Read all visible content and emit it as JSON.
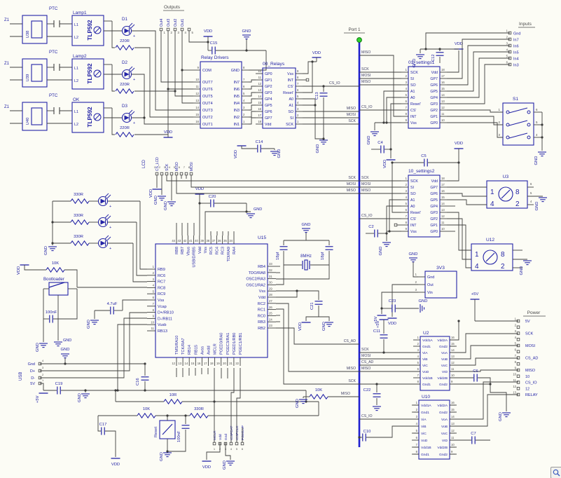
{
  "colors": {
    "background": "#fcfcf5",
    "component": "#2323a6",
    "wire": "#3f3f3f",
    "bus": "#1f1fd0",
    "junction": "#3a3a3a",
    "port_dot": "#2fd42f",
    "net_text": "#44446a",
    "pin_number": "#4a4a4a"
  },
  "port": {
    "label": "Port 1"
  },
  "power_labels": {
    "vdd": "VDD",
    "gnd": "GND",
    "plus5v": "+5V"
  },
  "net_labels": {
    "miso": "MISO",
    "mosi": "MOSI",
    "sck": "SCK",
    "cs_io": "CS_IO",
    "cs_ad": "CS_AD"
  },
  "optocouplers": [
    {
      "ref": "U38",
      "terminal": "Z1",
      "contact": "PTC",
      "title": "Lamp1",
      "part": "TLP592",
      "pin1": "L1",
      "pin2": "L2",
      "led": "D1",
      "resistor": "220R"
    },
    {
      "ref": "U39",
      "terminal": "Z1",
      "contact": "PTC",
      "title": "Lamp2",
      "part": "TLP592",
      "pin1": "L1",
      "pin2": "L2",
      "led": "D2",
      "resistor": "220R"
    },
    {
      "ref": "U40",
      "terminal": "Z1",
      "contact": "PTC",
      "title": "OK",
      "part": "TLP592",
      "pin1": "L1",
      "pin2": "L2",
      "led": "D3",
      "resistor": "220R"
    }
  ],
  "indicator_resistors": [
    "330R",
    "330R",
    "330R"
  ],
  "connectors": {
    "outputs": {
      "title": "Outputs",
      "pins": [
        [
          "1",
          "Out4"
        ],
        [
          "2",
          "Out3"
        ],
        [
          "3",
          "Out2"
        ],
        [
          "4",
          "Out1"
        ],
        [
          "5",
          ""
        ]
      ]
    },
    "inputs": {
      "title": "Inputs",
      "pins": [
        [
          "1",
          "Gnd"
        ],
        [
          "2",
          "In7"
        ],
        [
          "3",
          "In6"
        ],
        [
          "4",
          "In5"
        ],
        [
          "5",
          "In4"
        ],
        [
          "6",
          "In3"
        ]
      ]
    },
    "lcd": {
      "title": "LCD",
      "pins": [
        [
          "1",
          "CS_LCD"
        ],
        [
          "2",
          ""
        ],
        [
          "3",
          "SCK"
        ],
        [
          "4",
          ""
        ],
        [
          "5",
          "MISO"
        ],
        [
          "6",
          ""
        ],
        [
          "7",
          ""
        ],
        [
          "8",
          "MOSI"
        ]
      ]
    },
    "usb": {
      "title": "USB",
      "pins": [
        [
          "4",
          "Gnd"
        ],
        [
          "3",
          "D+"
        ],
        [
          "2",
          "D-"
        ],
        [
          "1",
          "5V"
        ]
      ]
    },
    "icsp": {
      "pins": [
        [
          "1",
          "MCLR"
        ],
        [
          "2",
          "Vdd"
        ],
        [
          "3",
          "Gnd"
        ],
        [
          "4",
          "ICSPDAT"
        ],
        [
          "5",
          "ICSPCLK"
        ],
        [
          "6",
          "PGM/LVP"
        ]
      ]
    },
    "power": {
      "title": "Power",
      "pins": [
        [
          "1",
          "5V"
        ],
        [
          "2",
          ""
        ],
        [
          "3",
          "SCK"
        ],
        [
          "4",
          ""
        ],
        [
          "5",
          "MOSI"
        ],
        [
          "6",
          ""
        ],
        [
          "7",
          "CS_AD"
        ],
        [
          "8",
          ""
        ],
        [
          "9",
          "MISO"
        ],
        [
          "10",
          "10"
        ],
        [
          "11",
          "CS_IO"
        ],
        [
          "12",
          "12"
        ],
        [
          "13",
          "RELAY"
        ]
      ]
    }
  },
  "chips": {
    "relay_drivers": {
      "title": "Relay Drivers",
      "left": [
        [
          "9",
          "COM"
        ],
        [
          "10",
          "OUT7"
        ],
        [
          "11",
          "OUT6"
        ],
        [
          "12",
          "OUT5"
        ],
        [
          "13",
          "OUT4"
        ],
        [
          "14",
          "OUT3"
        ],
        [
          "15",
          "OUT2"
        ],
        [
          "16",
          "OUT1"
        ]
      ],
      "right": [
        [
          "8",
          "GND"
        ],
        [
          "7",
          "IN7"
        ],
        [
          "6",
          "IN6"
        ],
        [
          "5",
          "IN5"
        ],
        [
          "4",
          "IN4"
        ],
        [
          "3",
          "IN3"
        ],
        [
          "2",
          "IN2"
        ],
        [
          "1",
          "IN1"
        ]
      ]
    },
    "relays": {
      "title": "00_Relays",
      "left": [
        [
          "10",
          "GP0"
        ],
        [
          "11",
          "GP1"
        ],
        [
          "12",
          "GP2"
        ],
        [
          "13",
          "GP3"
        ],
        [
          "14",
          "GP4"
        ],
        [
          "15",
          "GP5"
        ],
        [
          "16",
          "GP6"
        ],
        [
          "17",
          "GP7"
        ],
        [
          "18",
          "Vdd"
        ]
      ],
      "right": [
        [
          "9",
          "Vss"
        ],
        [
          "8",
          "INT"
        ],
        [
          "7",
          "CS'"
        ],
        [
          "6",
          "Reset'"
        ],
        [
          "5",
          "A0"
        ],
        [
          "4",
          "A1"
        ],
        [
          "3",
          "SO"
        ],
        [
          "2",
          "SI"
        ],
        [
          "1",
          "SCK"
        ]
      ]
    },
    "settings1": {
      "title": "01_settings1",
      "left": [
        [
          "1",
          "SCK"
        ],
        [
          "2",
          "SI"
        ],
        [
          "3",
          "SO"
        ],
        [
          "4",
          "A1"
        ],
        [
          "5",
          "A0"
        ],
        [
          "6",
          "Reset'"
        ],
        [
          "7",
          "CS'"
        ],
        [
          "8",
          "INT"
        ],
        [
          "9",
          "Vss"
        ]
      ],
      "right": [
        [
          "18",
          "Vdd"
        ],
        [
          "17",
          "GP7"
        ],
        [
          "16",
          "GP6"
        ],
        [
          "15",
          "GP5"
        ],
        [
          "14",
          "GP4"
        ],
        [
          "13",
          "GP3"
        ],
        [
          "12",
          "GP2"
        ],
        [
          "11",
          "GP1"
        ],
        [
          "10",
          "GP0"
        ]
      ]
    },
    "settings2": {
      "title": "10_settings2",
      "left": [
        [
          "1",
          "SCK"
        ],
        [
          "2",
          "SI"
        ],
        [
          "3",
          "SO"
        ],
        [
          "4",
          "A1"
        ],
        [
          "5",
          "A0"
        ],
        [
          "6",
          "Reset'"
        ],
        [
          "7",
          "CS'"
        ],
        [
          "8",
          "INT"
        ],
        [
          "9",
          "Vss"
        ]
      ],
      "right": [
        [
          "18",
          "Vdd"
        ],
        [
          "17",
          "GP7"
        ],
        [
          "16",
          "GP6"
        ],
        [
          "15",
          "GP5"
        ],
        [
          "14",
          "GP4"
        ],
        [
          "13",
          "GP3"
        ],
        [
          "12",
          "GP2"
        ],
        [
          "11",
          "GP1"
        ],
        [
          "10",
          "GP0"
        ]
      ]
    },
    "u15": {
      "ref": "U15",
      "left": [
        [
          "1",
          "RB9"
        ],
        [
          "2",
          "RC6"
        ],
        [
          "3",
          "RC7"
        ],
        [
          "4",
          "RC8"
        ],
        [
          "5",
          "RC9"
        ],
        [
          "6",
          "Vss"
        ],
        [
          "7",
          "Vcap"
        ],
        [
          "8",
          "D+/RB10"
        ],
        [
          "9",
          "D-/RB11"
        ],
        [
          "10",
          "Vusb"
        ],
        [
          "11",
          "RB13"
        ]
      ],
      "bottom": [
        [
          "12",
          "TMS/RA10"
        ],
        [
          "13",
          "TCK/RA7"
        ],
        [
          "14",
          "RB14"
        ],
        [
          "15",
          "RB15"
        ],
        [
          "16",
          "Avss"
        ],
        [
          "17",
          "Avdd"
        ],
        [
          "18",
          "MCLR"
        ],
        [
          "19",
          "PGED3/RA0"
        ],
        [
          "20",
          "PGEC3/RA1"
        ],
        [
          "21",
          "PGED1/RB0"
        ],
        [
          "22",
          "PGEC1/RB1"
        ]
      ],
      "right": [
        [
          "33",
          "RB4"
        ],
        [
          "32",
          "TDO/RA8"
        ],
        [
          "31",
          "OSC2/RA3"
        ],
        [
          "30",
          "OSC1/RA2"
        ],
        [
          "29",
          "Vss"
        ],
        [
          "28",
          "Vdd"
        ],
        [
          "27",
          "RC2"
        ],
        [
          "26",
          "RC1"
        ],
        [
          "25",
          "RC0"
        ],
        [
          "24",
          "RB3"
        ],
        [
          "23",
          "RB2"
        ]
      ],
      "top": [
        [
          "44",
          "RB8"
        ],
        [
          "43",
          "RB7"
        ],
        [
          "42",
          "Vbus"
        ],
        [
          "41",
          "USBID/RB5"
        ],
        [
          "40",
          "Vdd"
        ],
        [
          "39",
          "Vss"
        ],
        [
          "38",
          "RC5"
        ],
        [
          "37",
          "RC4"
        ],
        [
          "36",
          "RC3"
        ],
        [
          "35",
          "TDI/RA9"
        ],
        [
          "34",
          "RA4"
        ]
      ]
    },
    "u2": {
      "ref": "U2",
      "left": [
        [
          "1",
          "Vdd1A"
        ],
        [
          "2",
          "Gnd1"
        ],
        [
          "3",
          "ViA"
        ],
        [
          "4",
          "ViB"
        ],
        [
          "5",
          "ViC"
        ],
        [
          "6",
          "VoD"
        ],
        [
          "7",
          "Vdd1B"
        ],
        [
          "8",
          "Gnd1"
        ]
      ],
      "right": [
        [
          "16",
          "Vdd2A"
        ],
        [
          "15",
          "Gnd2"
        ],
        [
          "14",
          "VoA"
        ],
        [
          "13",
          "VoB"
        ],
        [
          "12",
          "VoC"
        ],
        [
          "11",
          "VID"
        ],
        [
          "10",
          "Vdd2B"
        ],
        [
          "9",
          "Gnd2"
        ]
      ]
    },
    "u10": {
      "ref": "U10",
      "left": [
        [
          "1",
          "Vdd1A"
        ],
        [
          "2",
          "Gnd1"
        ],
        [
          "3",
          "ViA"
        ],
        [
          "4",
          "ViB"
        ],
        [
          "5",
          "ViC"
        ],
        [
          "6",
          "VoD"
        ],
        [
          "7",
          "Vdd1B"
        ],
        [
          "8",
          "Gnd1"
        ]
      ],
      "right": [
        [
          "16",
          "Vdd2A"
        ],
        [
          "15",
          "Gnd2"
        ],
        [
          "14",
          "VoA"
        ],
        [
          "13",
          "VoB"
        ],
        [
          "12",
          "VoC"
        ],
        [
          "11",
          "VID"
        ],
        [
          "10",
          "Vdd2B"
        ],
        [
          "9",
          "Gnd2"
        ]
      ]
    },
    "regulator": {
      "title": "3V3",
      "pins": [
        [
          "1",
          "Gnd"
        ],
        [
          "2",
          "Out"
        ],
        [
          "3",
          "Vin"
        ]
      ]
    },
    "u3": {
      "ref": "U3",
      "digits": [
        "1",
        "8",
        "4",
        "2"
      ],
      "pin_nums": [
        "6",
        "5",
        "4"
      ]
    },
    "u12": {
      "ref": "U12",
      "digits": [
        "1",
        "8",
        "4",
        "2"
      ],
      "pin_nums": [
        "6",
        "5",
        "4"
      ]
    }
  },
  "switches": {
    "s1": {
      "ref": "S1",
      "rows": [
        [
          "1",
          "6"
        ],
        [
          "2",
          "5"
        ],
        [
          "3",
          "4"
        ]
      ]
    },
    "bootloader": {
      "label": "Bootloader"
    },
    "reset": {
      "label": "Reset"
    }
  },
  "oscillator": {
    "crystal": "8MHz",
    "cap_left": "18pf",
    "cap_right": "18pf"
  },
  "capacitors": {
    "c2": "C2",
    "c4": "C4",
    "c5": "C5",
    "c6": "C6",
    "c7": "C7",
    "c10": "C10",
    "c11": "C11",
    "c12": "C12",
    "c13": "C13",
    "c14": "C14",
    "c15": "C15",
    "c16": "C16",
    "c17": "C17",
    "c19": "C19",
    "c20": "C20",
    "c21": "C21",
    "c22": "C22",
    "c23": "C23",
    "bootloader_cap": "100nF",
    "reset_cap": "100nF",
    "vcap": "4.7uF"
  },
  "resistors": {
    "bootloader_pullup": "10K",
    "mclr_series": "10R",
    "reset_pullup": "10K",
    "reset_series": "330R",
    "miso_pulldown": "10K"
  },
  "viewer": {
    "zoom_icon": "magnifier-icon"
  }
}
